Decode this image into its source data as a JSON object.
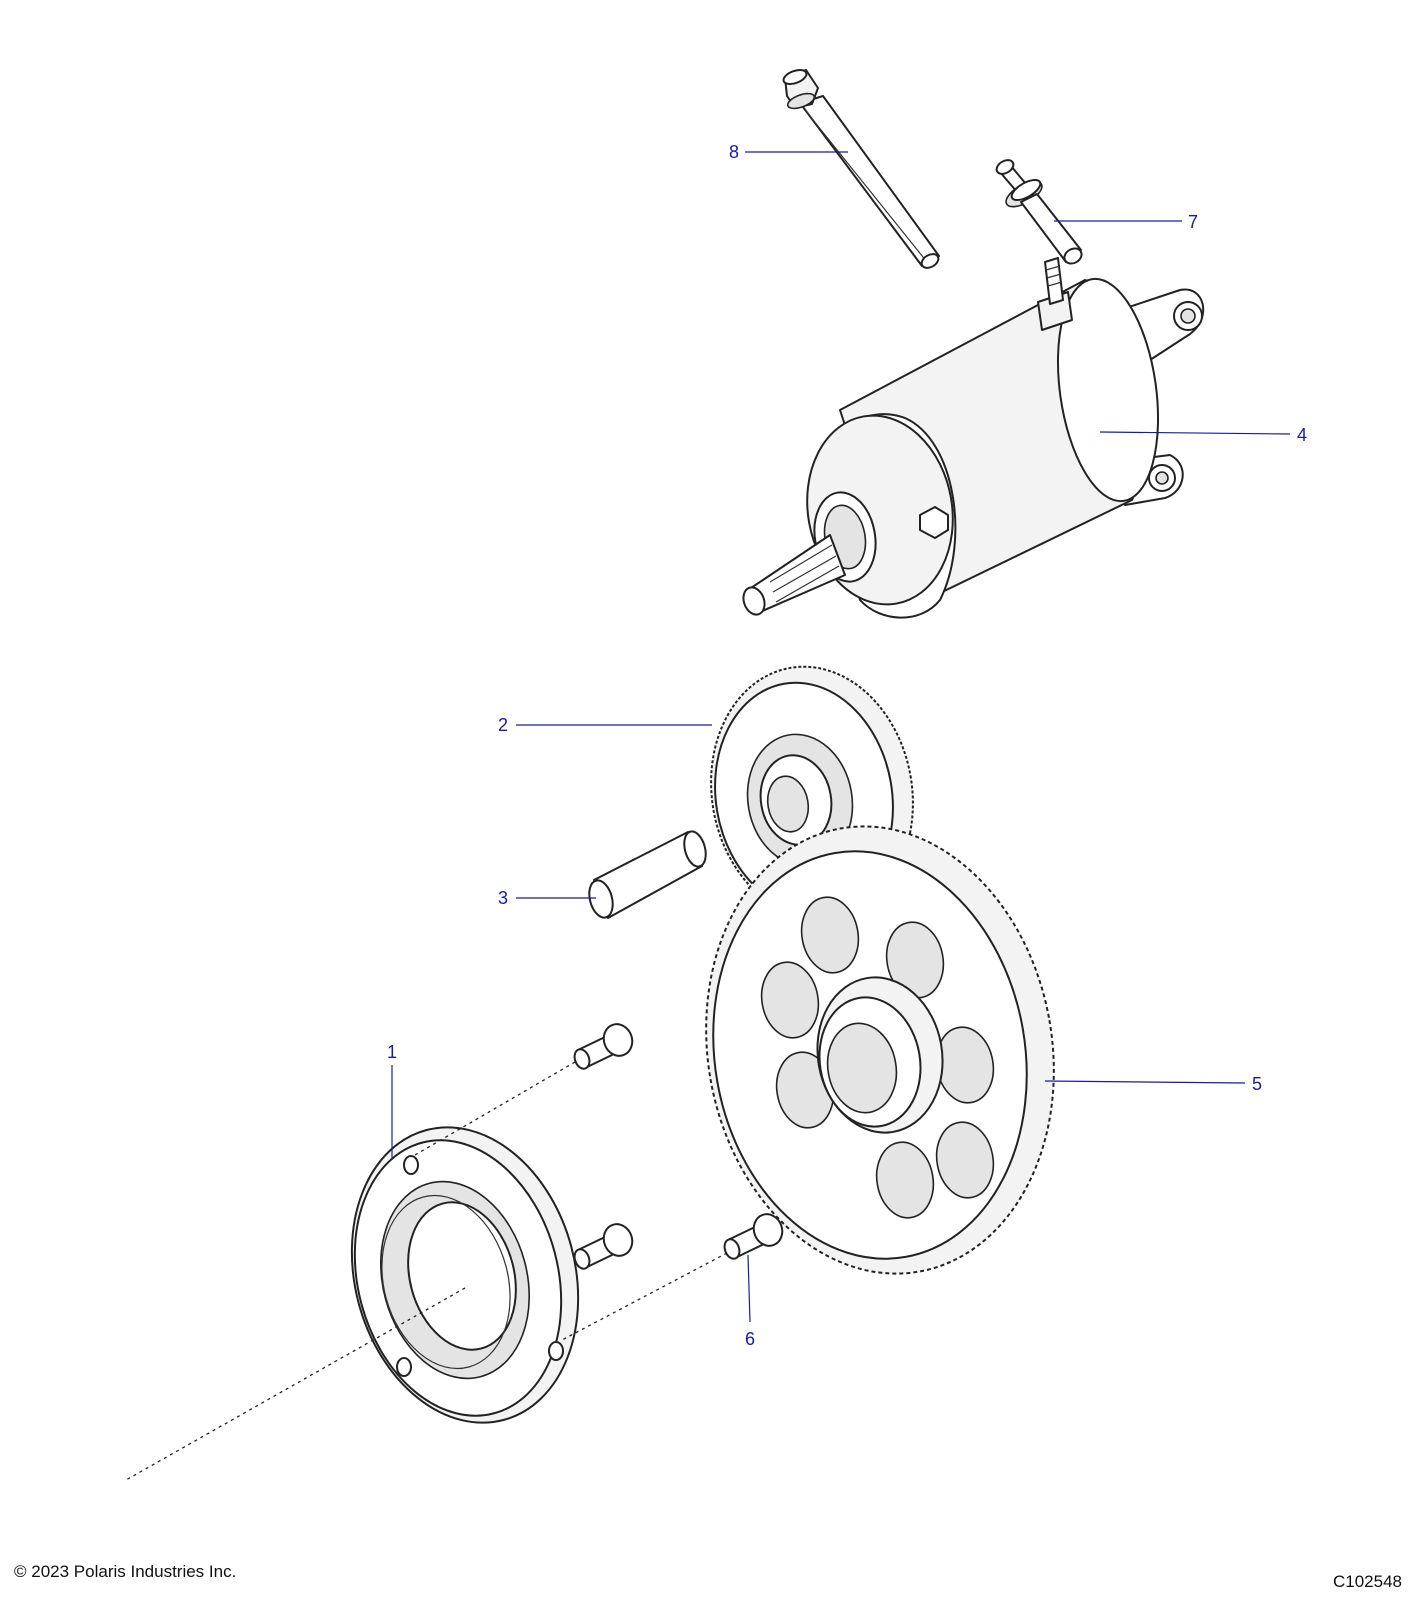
{
  "callouts": [
    {
      "id": "1",
      "part": "one-way-clutch"
    },
    {
      "id": "2",
      "part": "idler-gear"
    },
    {
      "id": "3",
      "part": "idler-shaft"
    },
    {
      "id": "4",
      "part": "starter-motor"
    },
    {
      "id": "5",
      "part": "starter-driven-gear"
    },
    {
      "id": "6",
      "part": "screw"
    },
    {
      "id": "7",
      "part": "stud"
    },
    {
      "id": "8",
      "part": "bolt"
    }
  ],
  "footer": {
    "copyright": "© 2023 Polaris Industries Inc.",
    "figure_id": "C102548"
  },
  "colors": {
    "callout": "#1a1aa6",
    "linework": "#222222"
  }
}
